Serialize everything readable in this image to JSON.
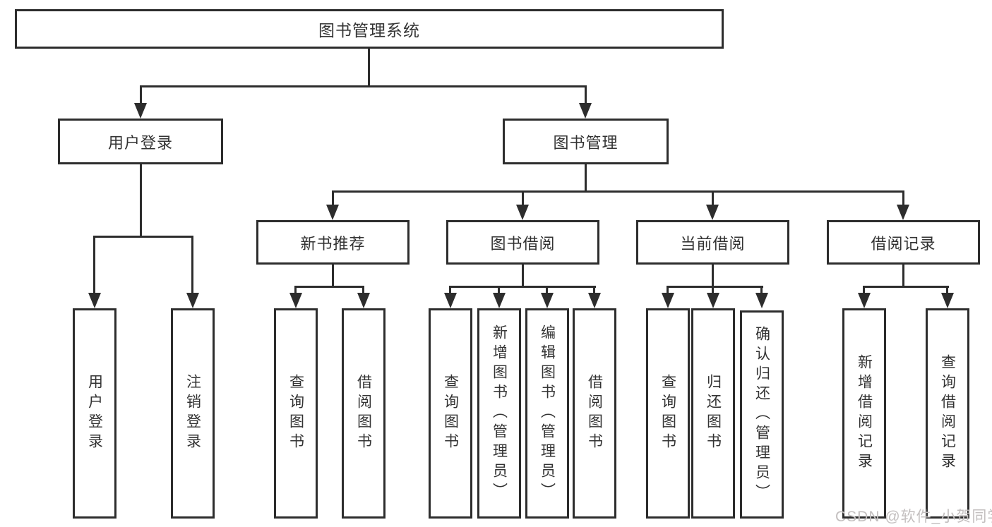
{
  "tree": {
    "root": {
      "label": "图书管理系统"
    },
    "branches": [
      {
        "label": "用户登录",
        "children": [
          {
            "label": "用户登录"
          },
          {
            "label": "注销登录"
          }
        ]
      },
      {
        "label": "图书管理",
        "children": [
          {
            "label": "新书推荐",
            "children": [
              {
                "label": "查询图书"
              },
              {
                "label": "借阅图书"
              }
            ]
          },
          {
            "label": "图书借阅",
            "children": [
              {
                "label": "查询图书"
              },
              {
                "label": "新增图书（管理员）"
              },
              {
                "label": "编辑图书（管理员）"
              },
              {
                "label": "借阅图书"
              }
            ]
          },
          {
            "label": "当前借阅",
            "children": [
              {
                "label": "查询图书"
              },
              {
                "label": "归还图书"
              },
              {
                "label": "确认归还（管理员）"
              }
            ]
          },
          {
            "label": "借阅记录",
            "children": [
              {
                "label": "新增借阅记录"
              },
              {
                "label": "查询借阅记录"
              }
            ]
          }
        ]
      }
    ]
  },
  "watermark": {
    "text": "CSDN @软件_小贺同学"
  },
  "colors": {
    "line": "#2d2d2d",
    "text": "#333333",
    "watermark": "#c3bfbf",
    "background": "#ffffff"
  }
}
